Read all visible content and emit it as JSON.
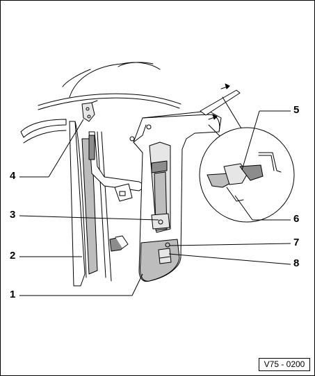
{
  "callouts": {
    "c1": "1",
    "c2": "2",
    "c3": "3",
    "c4": "4",
    "c5": "5",
    "c6": "6",
    "c7": "7",
    "c8": "8"
  },
  "figure_code": "V75 - 0200",
  "colors": {
    "line": "#000000",
    "shade_light": "#e6e6e6",
    "shade_mid": "#bdbdbd",
    "shade_dark": "#8c8c8c",
    "background": "#ffffff"
  }
}
